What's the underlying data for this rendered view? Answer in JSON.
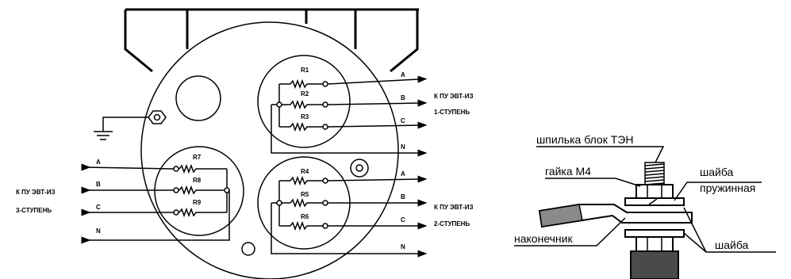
{
  "left_diagram": {
    "group1": {
      "resistors": [
        "R1",
        "R2",
        "R3"
      ],
      "phases": [
        "A",
        "B",
        "C",
        "N"
      ],
      "connection_line1": "К ПУ ЭВТ-ИЗ",
      "connection_line2": "1-СТУПЕНЬ"
    },
    "group2": {
      "resistors": [
        "R4",
        "R5",
        "R6"
      ],
      "phases": [
        "A",
        "B",
        "C",
        "N"
      ],
      "connection_line1": "К ПУ ЭВТ-ИЗ",
      "connection_line2": "2-СТУПЕНЬ"
    },
    "group3": {
      "resistors": [
        "R7",
        "R8",
        "R9"
      ],
      "phases": [
        "A",
        "B",
        "C",
        "N"
      ],
      "connection_line1": "К ПУ ЭВТ-ИЗ",
      "connection_line2": "3-СТУПЕНЬ"
    }
  },
  "right_diagram": {
    "labels": {
      "stud": "шпилька блок ТЭН",
      "nut": "гайка М4",
      "spring_washer_1": "шайба",
      "spring_washer_2": "пружинная",
      "lug": "наконечник",
      "washer": "шайба"
    }
  }
}
